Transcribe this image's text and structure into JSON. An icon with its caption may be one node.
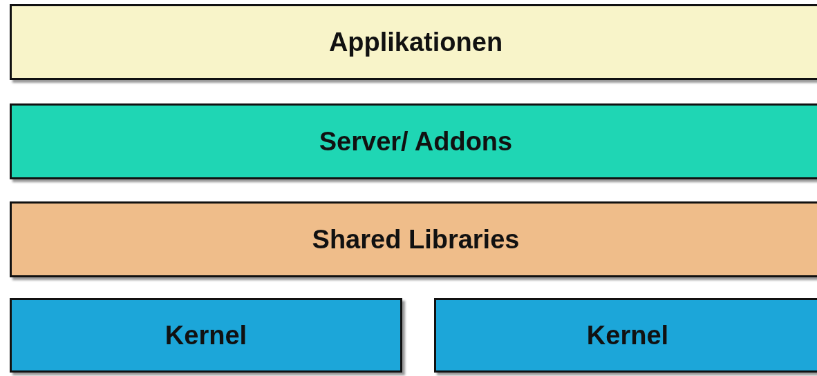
{
  "diagram": {
    "nodes": [
      {
        "text": [
          "Applikationen"
        ]
      },
      {
        "text": [
          "Server/ Addons"
        ]
      },
      {
        "text": [
          "Shared Libraries"
        ]
      },
      {
        "text": [
          "Kernel"
        ]
      },
      {
        "text": [
          "Kernel"
        ]
      }
    ]
  }
}
